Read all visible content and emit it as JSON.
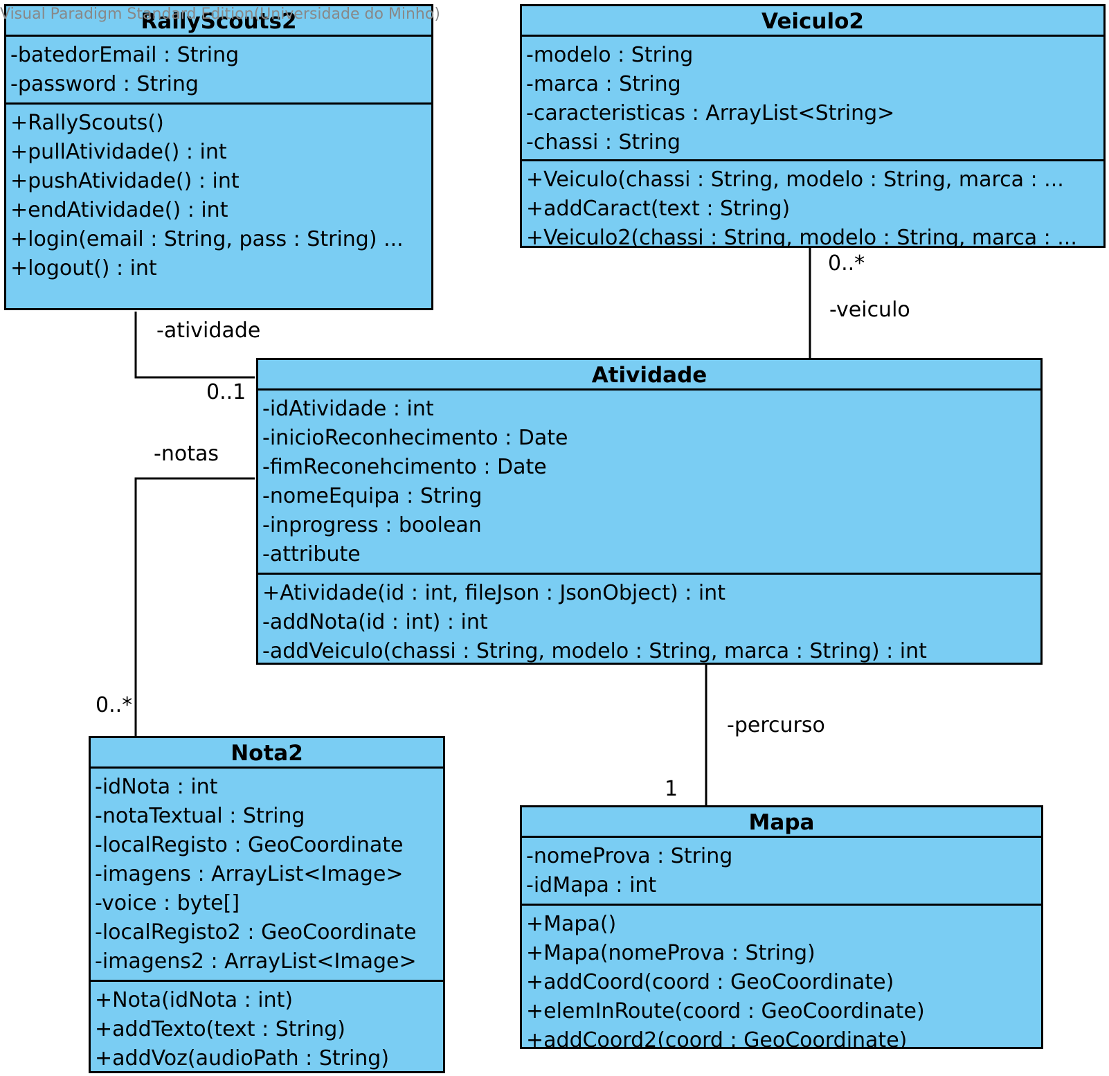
{
  "watermark": "Visual Paradigm Standard Edition(Universidade do Minho)",
  "classes": {
    "rallyscouts": {
      "name": "RallyScouts2",
      "attributes": [
        "-batedorEmail : String",
        "-password : String"
      ],
      "operations": [
        "+RallyScouts()",
        "+pullAtividade() : int",
        "+pushAtividade() : int",
        "+endAtividade() : int",
        "+login(email : String, pass : String) ...",
        "+logout() : int"
      ]
    },
    "veiculo": {
      "name": "Veiculo2",
      "attributes": [
        "-modelo : String",
        "-marca : String",
        "-caracteristicas : ArrayList<String>",
        "-chassi : String"
      ],
      "operations": [
        "+Veiculo(chassi : String, modelo : String, marca : ...",
        "+addCaract(text : String)",
        "+Veiculo2(chassi : String, modelo : String, marca : ..."
      ]
    },
    "atividade": {
      "name": "Atividade",
      "attributes": [
        "-idAtividade : int",
        "-inicioReconhecimento : Date",
        "-fimReconehcimento : Date",
        "-nomeEquipa : String",
        "-inprogress : boolean",
        "-attribute"
      ],
      "operations": [
        "+Atividade(id : int, fileJson : JsonObject) : int",
        "-addNota(id : int) : int",
        "-addVeiculo(chassi : String, modelo : String, marca : String) : int"
      ]
    },
    "nota": {
      "name": "Nota2",
      "attributes": [
        "-idNota : int",
        "-notaTextual : String",
        "-localRegisto : GeoCoordinate",
        "-imagens : ArrayList<Image>",
        "-voice : byte[]",
        "-localRegisto2 : GeoCoordinate",
        "-imagens2 : ArrayList<Image>"
      ],
      "operations": [
        "+Nota(idNota : int)",
        "+addTexto(text : String)",
        "+addVoz(audioPath : String)"
      ]
    },
    "mapa": {
      "name": "Mapa",
      "attributes": [
        "-nomeProva : String",
        "-idMapa : int"
      ],
      "operations": [
        "+Mapa()",
        "+Mapa(nomeProva : String)",
        "+addCoord(coord : GeoCoordinate)",
        "+elemInRoute(coord : GeoCoordinate)",
        "+addCoord2(coord : GeoCoordinate)"
      ]
    }
  },
  "associations": {
    "atividade_role": "-atividade",
    "atividade_mult": "0..1",
    "veiculo_mult": "0..*",
    "veiculo_role": "-veiculo",
    "notas_role": "-notas",
    "notas_mult": "0..*",
    "percurso_role": "-percurso",
    "percurso_mult": "1"
  }
}
